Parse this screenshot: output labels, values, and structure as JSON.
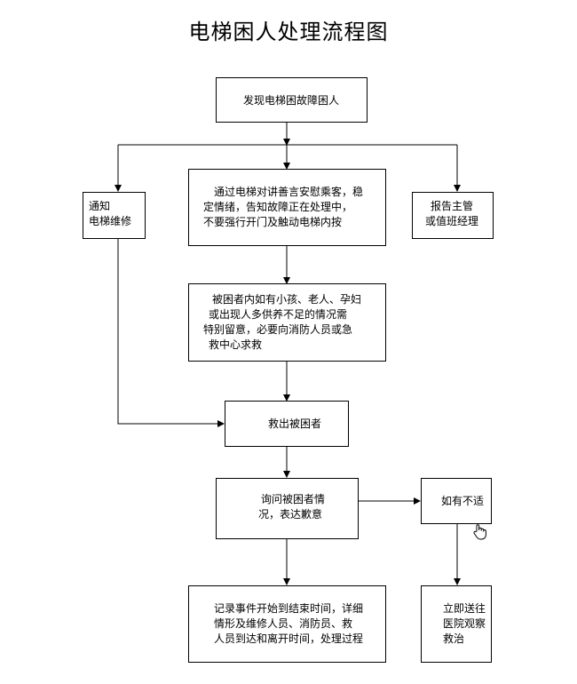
{
  "title": "电梯困人处理流程图",
  "nodes": {
    "discover": [
      "发现电梯困故障困人"
    ],
    "notify_repair": [
      "通知",
      "电梯维修"
    ],
    "comfort": [
      "通过电梯对讲善言安慰乘客，稳",
      "定情绪，告知故障正在处理中，",
      "不要强行开门及触动电梯内按"
    ],
    "report": [
      "报告主管",
      "或值班经理"
    ],
    "special_care": [
      "被困者内如有小孩、老人、孕妇",
      "或出现人多供养不足的情况需",
      "特别留意，必要向消防人员或急",
      "救中心求救"
    ],
    "rescue": [
      "救出被困者"
    ],
    "inquire": [
      "询问被困者情",
      "况，表达歉意"
    ],
    "if_unwell": [
      "如有不适"
    ],
    "record": [
      "记录事件开始到结束时间，详细",
      "情形及维修人员、消防员、救",
      "人员到达和离开时间，处理过程"
    ],
    "hospital": [
      "立即送往",
      "医院观察",
      "救治"
    ]
  }
}
